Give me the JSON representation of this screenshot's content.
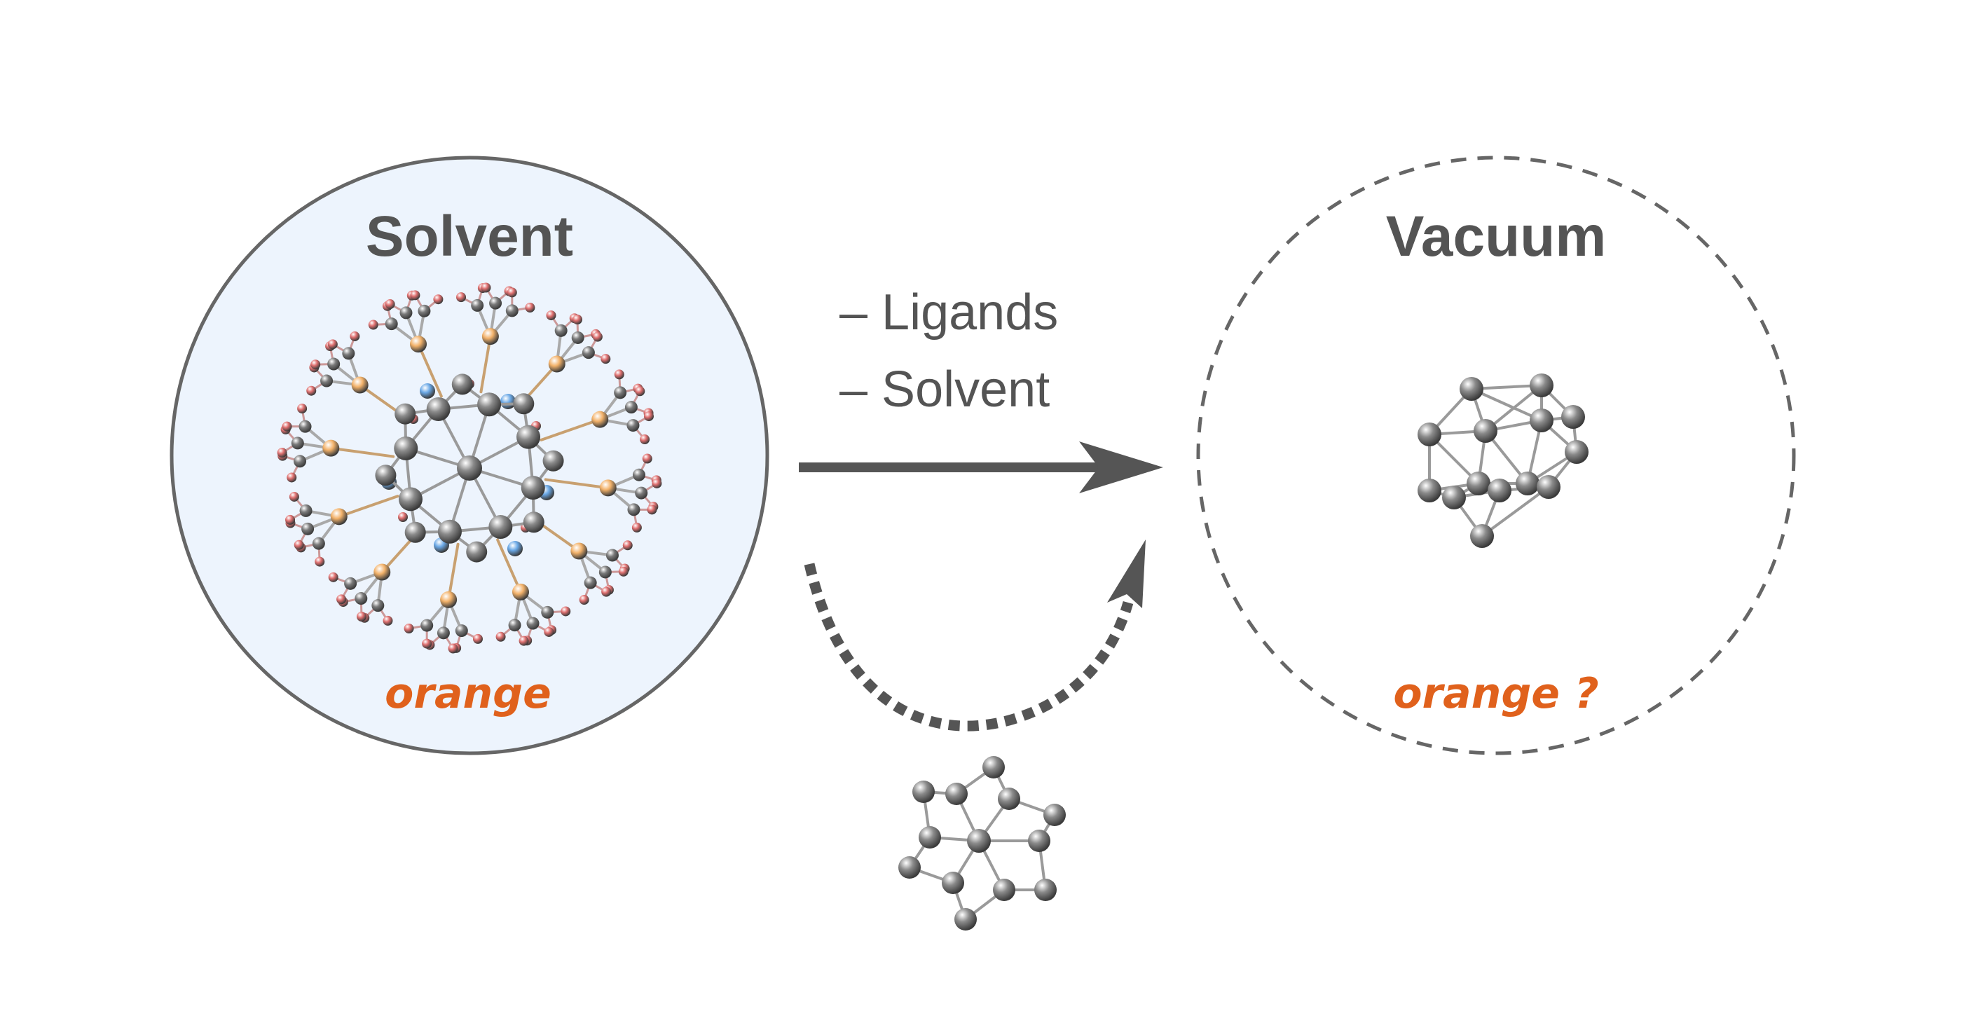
{
  "solvent": {
    "title": "Solvent",
    "color_label": "orange",
    "fill_color": "#edf4fd",
    "border_color": "#666666"
  },
  "vacuum": {
    "title": "Vacuum",
    "color_label": "orange ?",
    "border_color": "#666666"
  },
  "removal": {
    "items": [
      "– Ligands",
      "– Solvent"
    ]
  },
  "colors": {
    "text_dark": "#545454",
    "accent_orange": "#e0611c",
    "arrow": "#555555",
    "metal_atom": "#8a8a8a",
    "bond": "#9a9a9a",
    "phosphorus_atom": "#f3b26a",
    "oxygen_atom": "#e07070",
    "nitrogen_atom": "#6aa8e6",
    "ligand_carbon": "#7a7a7a"
  },
  "icons": {
    "ligated_cluster": "ligand-protected-metal-cluster-icon",
    "bare_cluster_3d": "bare-metal-cluster-3d-icon",
    "bare_cluster_planar": "bare-metal-cluster-planar-icon",
    "direct_arrow": "right-arrow-icon",
    "indirect_arrow": "curved-dotted-arrow-icon"
  }
}
